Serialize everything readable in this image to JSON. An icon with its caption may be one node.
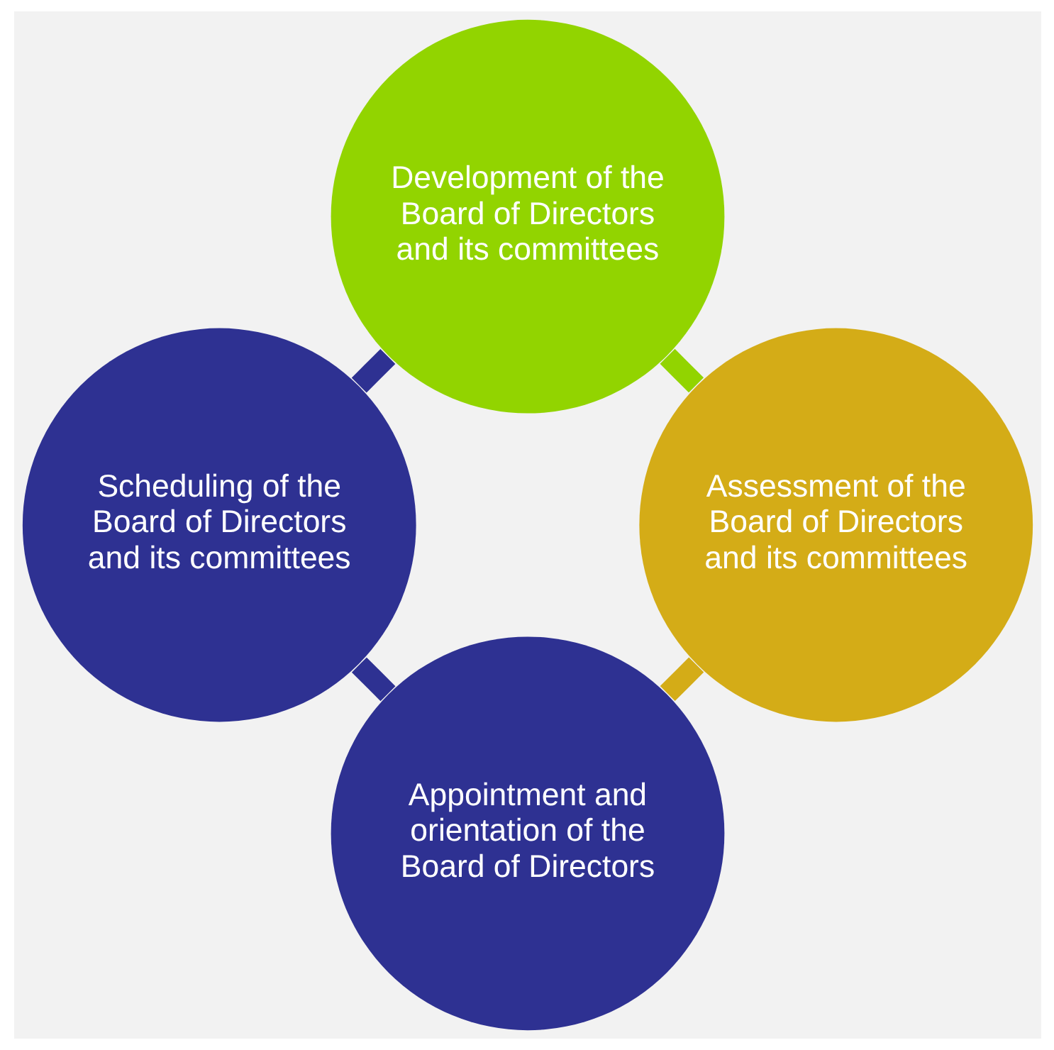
{
  "diagram": {
    "nodes": [
      {
        "text": [
          "Appointment and orientation of the Board of Directors"
        ]
      },
      {
        "text": [
          "Assessment of the Board of Directors and its committees"
        ]
      },
      {
        "text": [
          "Scheduling of the Board of Directors and its committees"
        ]
      },
      {
        "text": [
          "Development of the Board of Directors and its committees"
        ]
      }
    ],
    "edges": [
      {
        "from": 0,
        "to": 2,
        "arrow": "none"
      },
      {
        "from": 2,
        "to": 3,
        "arrow": "none"
      },
      {
        "from": 3,
        "to": 1,
        "arrow": "none",
        "color": "#92d400"
      },
      {
        "from": 1,
        "to": 0,
        "arrow": "none",
        "color": "#d4ac17"
      }
    ]
  }
}
